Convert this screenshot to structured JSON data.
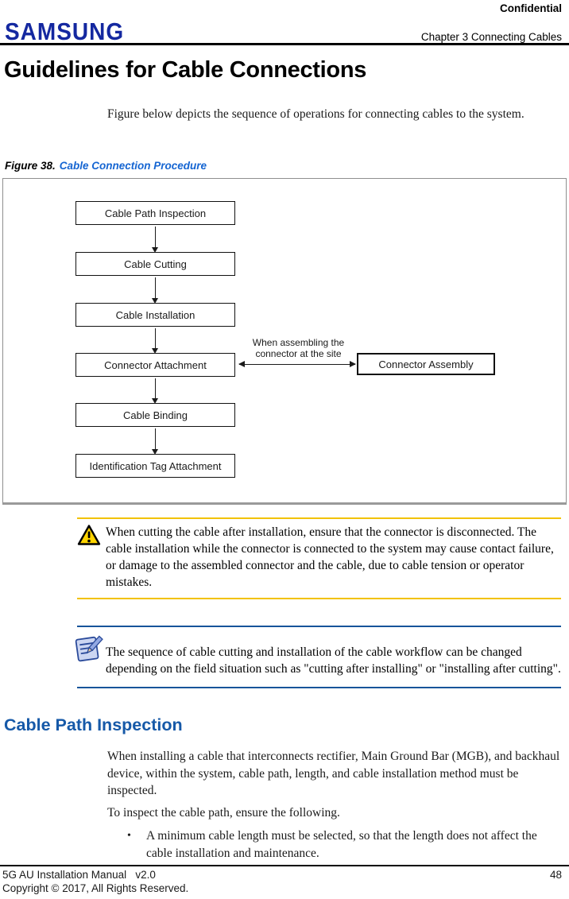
{
  "header": {
    "confidential": "Confidential",
    "logo": "SAMSUNG",
    "chapter": "Chapter 3 Connecting Cables"
  },
  "page": {
    "title": "Guidelines for Cable Connections",
    "intro": "Figure below depicts the sequence of operations for connecting cables to the system."
  },
  "figure": {
    "label": "Figure 38.",
    "caption": "Cable Connection Procedure",
    "flowchart": {
      "steps": [
        "Cable Path Inspection",
        "Cable Cutting",
        "Cable Installation",
        "Connector Attachment",
        "Cable Binding",
        "Identification Tag Attachment"
      ],
      "side_box": "Connector Assembly",
      "side_arrow_label": "When assembling the connector at the site"
    }
  },
  "warning": {
    "text": "When cutting the cable after installation, ensure that the connector is disconnected. The cable installation while the connector is connected to the system may cause contact failure, or damage to the assembled connector and the cable, due to cable tension or operator mistakes."
  },
  "note": {
    "text": "The sequence of cable cutting and installation of the cable workflow can be changed depending on the field situation such as \"cutting after installing\" or \"installing after cutting\"."
  },
  "section": {
    "heading": "Cable Path Inspection",
    "para1": "When installing a cable that interconnects rectifier, Main Ground Bar (MGB), and backhaul device, within the system, cable path, length, and cable installation method must be inspected.",
    "para2": "To inspect the cable path, ensure the following.",
    "bullet_glyph": "•",
    "bullets": [
      "A minimum cable length must be selected, so that the length does not affect the cable installation and maintenance."
    ]
  },
  "footer": {
    "manual": "5G AU Installation Manual   v2.0",
    "page_number": "48",
    "copyright": "Copyright © 2017, All Rights Reserved."
  },
  "colors": {
    "samsung-blue": "#1428a0",
    "link-blue": "#1565d2",
    "heading-blue": "#1659a8",
    "warning-yellow": "#f2c200",
    "note-blue": "#17549a"
  }
}
